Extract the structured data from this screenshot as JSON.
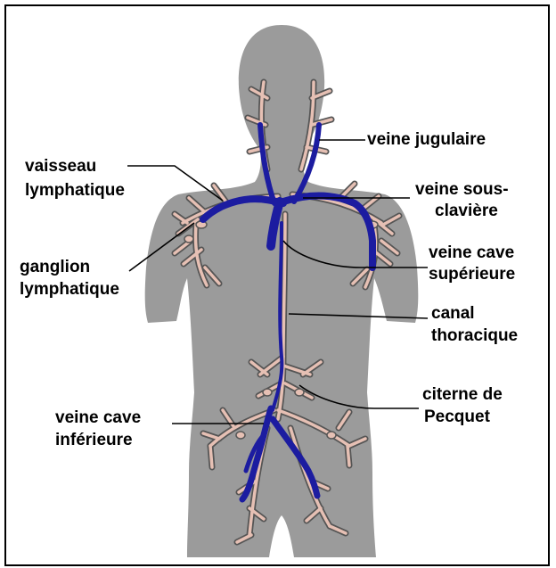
{
  "diagram": {
    "colors": {
      "body": "#9b9b9b",
      "vein": "#1c1ca0",
      "lymph": "#e6c0b4",
      "lymph_outline": "#555555",
      "frame": "#000000"
    },
    "labels": {
      "veine_jugulaire": "veine jugulaire",
      "veine_sous_claviere_1": "veine sous-",
      "veine_sous_claviere_2": "clavière",
      "veine_cave_sup_1": "veine cave",
      "veine_cave_sup_2": "supérieure",
      "canal_thoracique_1": "canal",
      "canal_thoracique_2": "thoracique",
      "citerne_pecquet_1": "citerne de",
      "citerne_pecquet_2": "Pecquet",
      "vaisseau_lymph_1": "vaisseau",
      "vaisseau_lymph_2": "lymphatique",
      "ganglion_lymph_1": "ganglion",
      "ganglion_lymph_2": "lymphatique",
      "veine_cave_inf_1": "veine cave",
      "veine_cave_inf_2": "inférieure"
    }
  }
}
